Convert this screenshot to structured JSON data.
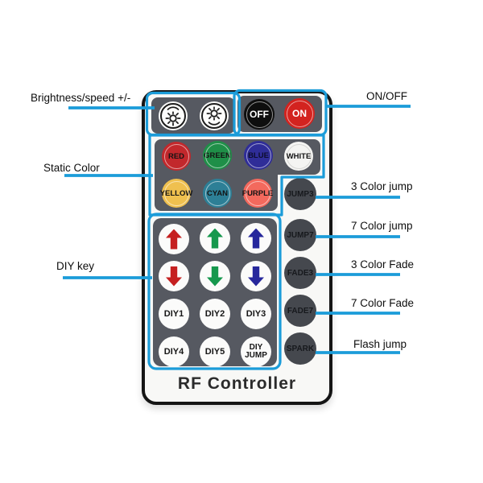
{
  "annotations": {
    "line_color": "#1b9cd9",
    "left": [
      {
        "label": "Brightness/speed +/-"
      },
      {
        "label": "Static Color"
      },
      {
        "label": "DIY key"
      }
    ],
    "right": [
      {
        "label": "ON/OFF"
      },
      {
        "label": "3 Color jump"
      },
      {
        "label": "7 Color jump"
      },
      {
        "label": "3 Color Fade"
      },
      {
        "label": "7 Color Fade"
      },
      {
        "label": "Flash jump"
      }
    ]
  },
  "remote": {
    "footer_label": "RF Controller",
    "body_color": "#f8f8f6",
    "panel_color": "#565961",
    "mode_button_color": "#45484e",
    "brightness": {
      "plus_icon": "sun-arc-top-icon",
      "minus_icon": "sun-arc-bottom-icon"
    },
    "power": {
      "off": {
        "label": "OFF",
        "color": "#0e0e0e"
      },
      "on": {
        "label": "ON",
        "color": "#d3231f"
      }
    },
    "static_colors": [
      {
        "label": "RED",
        "color": "#c2282c"
      },
      {
        "label": "GREEN",
        "color": "#1f8f48"
      },
      {
        "label": "BLUE",
        "color": "#2f2d98"
      },
      {
        "label": "WHITE",
        "color": "#f4f4f2"
      },
      {
        "label": "YELLOW",
        "color": "#efc04f"
      },
      {
        "label": "CYAN",
        "color": "#2d7f96"
      },
      {
        "label": "PURPLE",
        "color": "#f3695d"
      }
    ],
    "modes": [
      {
        "label": "JUMP3"
      },
      {
        "label": "JUMP7"
      },
      {
        "label": "FADE3"
      },
      {
        "label": "FADE7"
      },
      {
        "label": "SPARK"
      }
    ],
    "diy": {
      "arrows": [
        {
          "dir": "up",
          "color": "#c52020"
        },
        {
          "dir": "up",
          "color": "#16984d"
        },
        {
          "dir": "up",
          "color": "#27289c"
        },
        {
          "dir": "down",
          "color": "#c52020"
        },
        {
          "dir": "down",
          "color": "#16984d"
        },
        {
          "dir": "down",
          "color": "#27289c"
        }
      ],
      "buttons": [
        {
          "label": "DIY1"
        },
        {
          "label": "DIY2"
        },
        {
          "label": "DIY3"
        },
        {
          "label": "DIY4"
        },
        {
          "label": "DIY5"
        },
        {
          "label": "DIY JUMP"
        }
      ]
    }
  }
}
